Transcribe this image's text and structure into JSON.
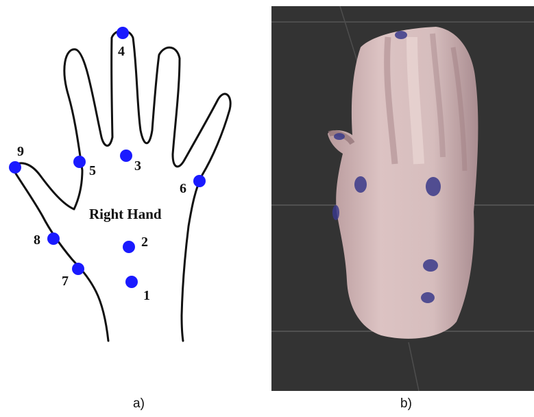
{
  "panel_a": {
    "title": "Right Hand",
    "caption": "a)",
    "marker_color": "#1a1aff",
    "outline_color": "#111111",
    "landmarks": [
      {
        "id": "1",
        "label": "1"
      },
      {
        "id": "2",
        "label": "2"
      },
      {
        "id": "3",
        "label": "3"
      },
      {
        "id": "4",
        "label": "4"
      },
      {
        "id": "5",
        "label": "5"
      },
      {
        "id": "6",
        "label": "6"
      },
      {
        "id": "7",
        "label": "7"
      },
      {
        "id": "8",
        "label": "8"
      },
      {
        "id": "9",
        "label": "9"
      }
    ]
  },
  "panel_b": {
    "caption": "b)",
    "background_color": "#333333",
    "skin_color": "#d9bfbf",
    "marker_color": "#3a3a8a"
  }
}
